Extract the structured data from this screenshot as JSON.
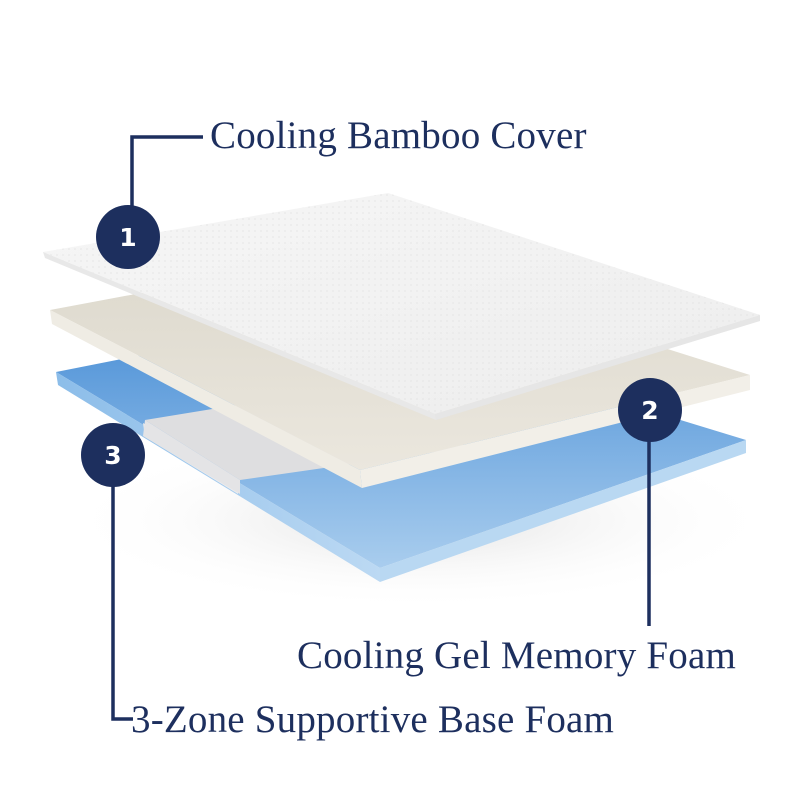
{
  "title": "Mattress layer diagram",
  "colors": {
    "accent_navy": "#1d2f5e",
    "cover_white": "#f4f4f4",
    "cream_layer": "#e9e5dc",
    "gel_blue": "#6aa6e0",
    "zone_gray": "#e2e2e4",
    "background": "#ffffff"
  },
  "callouts": [
    {
      "number": "1",
      "label": "Cooling Bamboo Cover"
    },
    {
      "number": "2",
      "label": "Cooling Gel Memory Foam"
    },
    {
      "number": "3",
      "label": "3-Zone Supportive Base Foam"
    }
  ],
  "layers": [
    {
      "name": "cover",
      "position": "top"
    },
    {
      "name": "gel-memory-foam",
      "position": "middle"
    },
    {
      "name": "base-foam",
      "position": "bottom",
      "zones": [
        "blue",
        "gray",
        "blue"
      ]
    }
  ]
}
